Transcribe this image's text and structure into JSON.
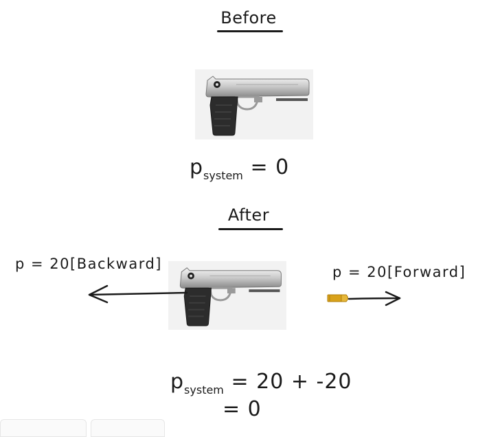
{
  "before": {
    "heading": "Before",
    "equation": {
      "symbol": "p",
      "subscript": "system",
      "rhs": "= 0"
    }
  },
  "after": {
    "heading": "After",
    "gun_momentum": "p = 20[Backward]",
    "bullet_momentum": "p = 20[Forward]",
    "equation": {
      "symbol": "p",
      "subscript": "system",
      "rhs": "= 20 + -20",
      "result": "= 0"
    }
  },
  "colors": {
    "ink": "#1a1a1a",
    "bullet": "#d9a21b"
  },
  "icons": {
    "pistol": "pistol-icon",
    "bullet": "bullet-icon"
  }
}
